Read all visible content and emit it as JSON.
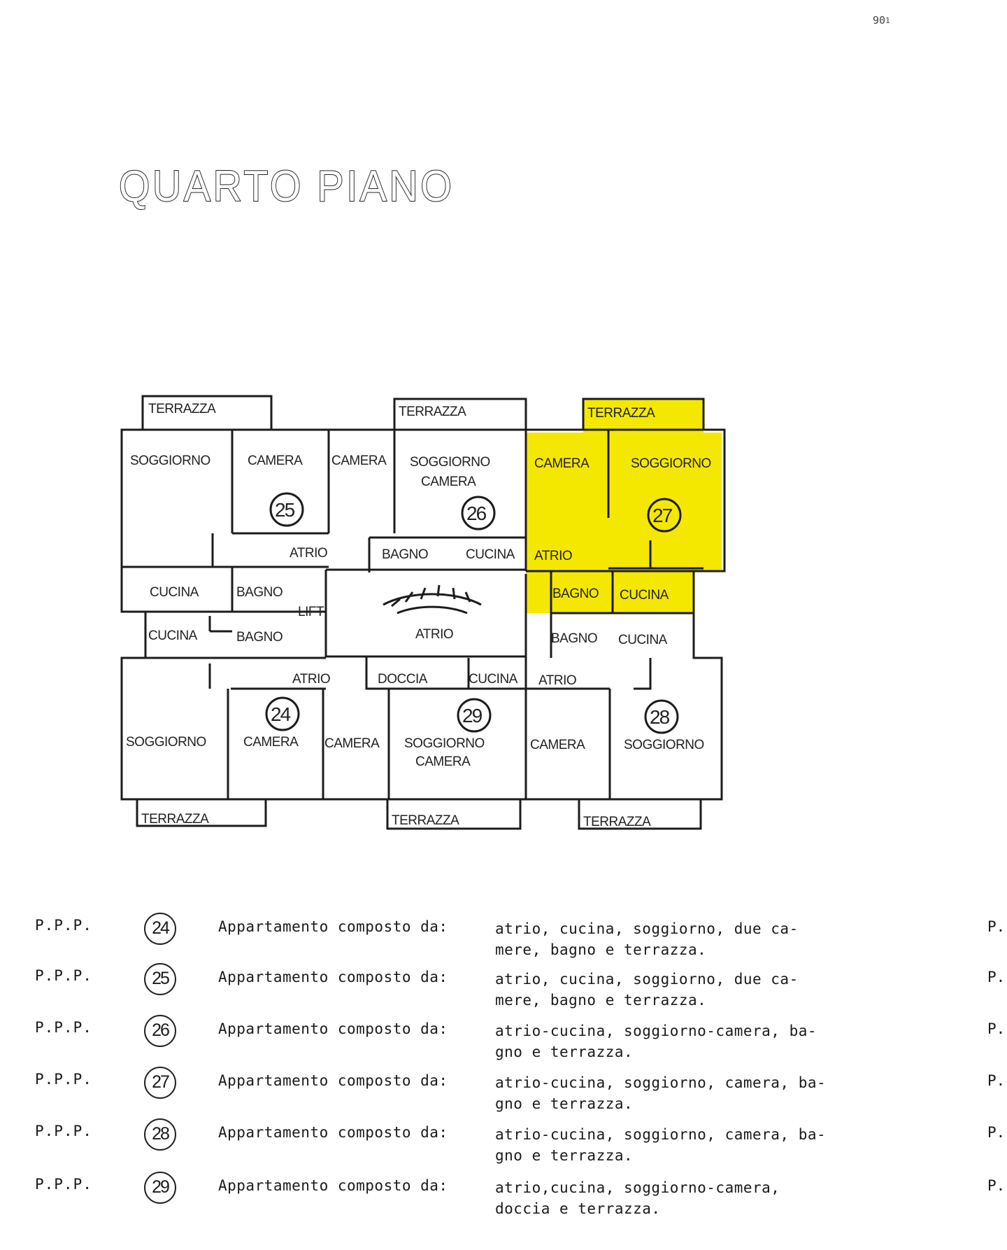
{
  "page_number": "90",
  "page_number_sup": "1",
  "title": "QUARTO PIANO",
  "highlight_color": "#f5e800",
  "rooms": {
    "terrazza": "TERRAZZA",
    "soggiorno": "SOGGIORNO",
    "camera": "CAMERA",
    "soggiorno_camera_1": "SOGGIORNO",
    "soggiorno_camera_2": "CAMERA",
    "atrio": "ATRIO",
    "bagno": "BAGNO",
    "cucina": "CUCINA",
    "lift": "LIFT",
    "doccia": "DOCCIA"
  },
  "apartments": {
    "a24": "24",
    "a25": "25",
    "a26": "26",
    "a27": "27",
    "a28": "28",
    "a29": "29"
  },
  "legend": [
    {
      "code": "P.P.P.",
      "number": "24",
      "prefix": "Appartamento composto da:",
      "description": "atrio, cucina, soggiorno, due ca-\nmere, bagno e terrazza.",
      "right": "P."
    },
    {
      "code": "P.P.P.",
      "number": "25",
      "prefix": "Appartamento composto da:",
      "description": "atrio, cucina, soggiorno, due ca-\nmere, bagno e terrazza.",
      "right": "P."
    },
    {
      "code": "P.P.P.",
      "number": "26",
      "prefix": "Appartamento composto da:",
      "description": "atrio-cucina, soggiorno-camera, ba-\ngno e terrazza.",
      "right": "P."
    },
    {
      "code": "P.P.P.",
      "number": "27",
      "prefix": "Appartamento composto da:",
      "description": "atrio-cucina, soggiorno, camera, ba-\ngno e terrazza.",
      "right": "P."
    },
    {
      "code": "P.P.P.",
      "number": "28",
      "prefix": "Appartamento composto da:",
      "description": "atrio-cucina, soggiorno, camera, ba-\ngno e terrazza.",
      "right": "P."
    },
    {
      "code": "P.P.P.",
      "number": "29",
      "prefix": "Appartamento composto da:",
      "description": "atrio,cucina, soggiorno-camera,\ndoccia e terrazza.",
      "right": "P."
    }
  ]
}
